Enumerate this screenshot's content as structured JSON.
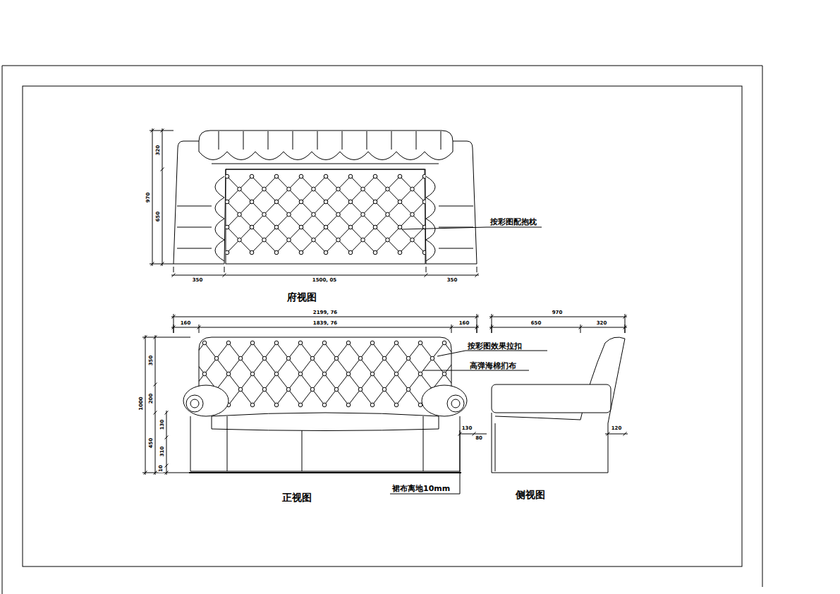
{
  "diagram": {
    "labels": [
      "320",
      "970",
      "650",
      "按彩图配抱枕",
      "350",
      "1500, 05",
      "350",
      "府视图",
      "2199, 76",
      "970",
      "160",
      "1839, 76",
      "160",
      "650",
      "320",
      "按彩图效果拉扣",
      "高弹海棉扪布",
      "350",
      "200",
      "1000",
      "130",
      "450",
      "130",
      "80",
      "120",
      "310",
      "10",
      "裙布离地10mm",
      "正视图",
      "侧视图"
    ]
  }
}
